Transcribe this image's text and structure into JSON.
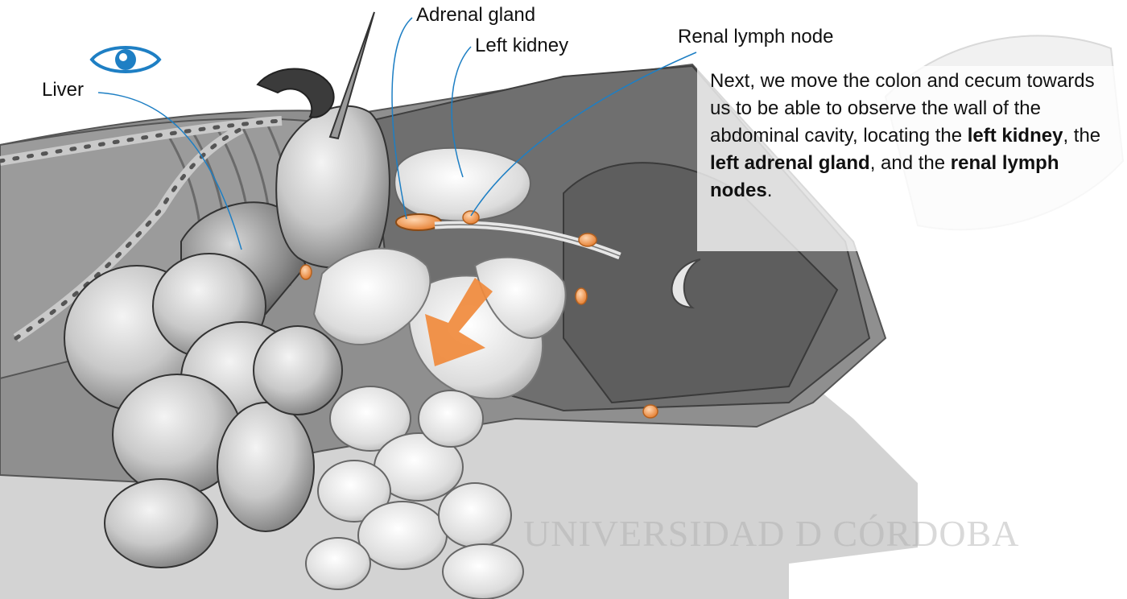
{
  "labels": {
    "liver": "Liver",
    "adrenal_gland": "Adrenal gland",
    "left_kidney": "Left kidney",
    "renal_lymph_node": "Renal lymph node"
  },
  "description": {
    "p1": "Next, we move the colon and cecum towards us to be able to observe the wall of the abdominal cavity, locating the ",
    "b1": "left kidney",
    "p2": ", the ",
    "b2": "left adrenal gland",
    "p3": ", and the ",
    "b3": "renal lymph nodes",
    "p4": "."
  },
  "watermark": "UNIVERSIDAD D CÓRDOBA",
  "icons": {
    "view": "eye-icon",
    "direction": "arrow-down-left-icon"
  },
  "colors": {
    "accent_orange": "#f08a3c",
    "eye_blue": "#1e7fc4",
    "leader_line": "#1e7fc4"
  }
}
